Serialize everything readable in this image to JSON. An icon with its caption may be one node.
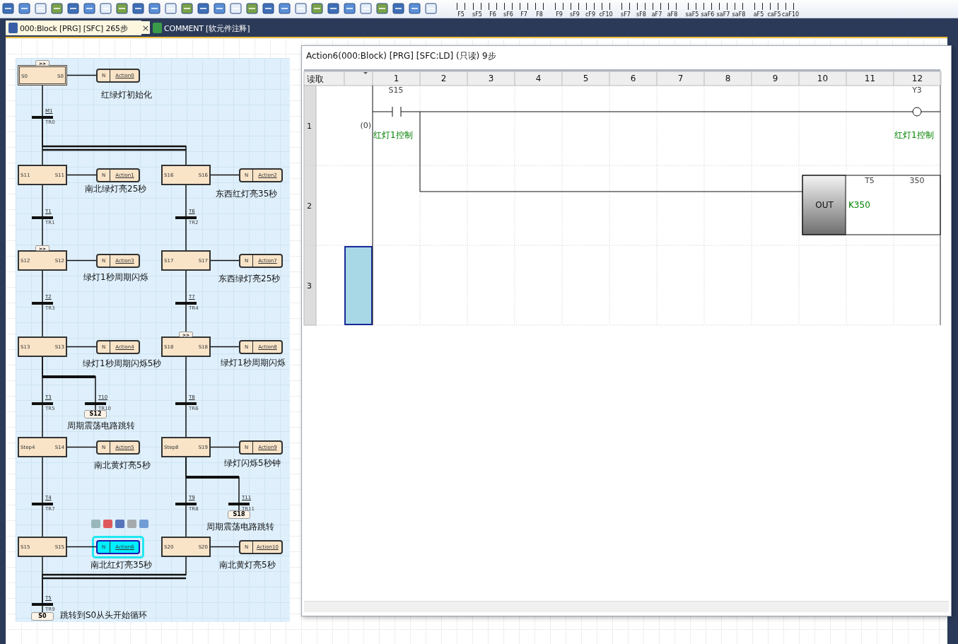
{
  "diagram": {
    "nodes": [
      {
        "text": [
          "S0",
          "S0"
        ],
        "beside": [
          ">>"
        ]
      },
      {
        "text": [
          "N",
          "Action0"
        ],
        "beside": [
          "红绿灯初始化"
        ]
      },
      {
        "text": [],
        "shape": "bar",
        "beside": [
          "M1",
          "TR0"
        ]
      },
      {
        "text": [
          "S11",
          "S11"
        ]
      },
      {
        "text": [
          "N",
          "Action1"
        ],
        "beside": [
          "南北绿灯亮25秒"
        ]
      },
      {
        "text": [
          "S16",
          "S16"
        ]
      },
      {
        "text": [
          "N",
          "Action2"
        ],
        "beside": [
          "东西红灯亮35秒"
        ]
      },
      {
        "text": [],
        "shape": "bar",
        "beside": [
          "T1",
          "TR1"
        ]
      },
      {
        "text": [],
        "shape": "bar",
        "beside": [
          "T6",
          "TR2"
        ]
      },
      {
        "text": [
          "S12",
          "S12"
        ],
        "beside": [
          ">>"
        ]
      },
      {
        "text": [
          "N",
          "Action3"
        ],
        "beside": [
          "绿灯1秒周期闪烁"
        ]
      },
      {
        "text": [
          "S17",
          "S17"
        ]
      },
      {
        "text": [
          "N",
          "Action7"
        ],
        "beside": [
          "东西绿灯亮25秒"
        ]
      },
      {
        "text": [],
        "shape": "bar",
        "beside": [
          "T2",
          "TR3"
        ]
      },
      {
        "text": [],
        "shape": "bar",
        "beside": [
          "T7",
          "TR4"
        ]
      },
      {
        "text": [
          "S13",
          "S13"
        ]
      },
      {
        "text": [
          "N",
          "Action4"
        ],
        "beside": [
          "绿灯1秒周期闪烁5秒"
        ]
      },
      {
        "text": [
          "S18",
          "S18"
        ],
        "beside": [
          ">>"
        ]
      },
      {
        "text": [
          "N",
          "Action8"
        ],
        "beside": [
          "绿灯1秒周期闪烁"
        ]
      },
      {
        "text": [],
        "shape": "bar",
        "beside": [
          "T3",
          "TR5"
        ]
      },
      {
        "text": [],
        "shape": "bar",
        "beside": [
          "T10",
          "TR10"
        ]
      },
      {
        "text": [],
        "shape": "bar",
        "beside": [
          "T8",
          "TR6"
        ]
      },
      {
        "text": [
          "S12"
        ],
        "beside": [
          "周期震荡电路跳转"
        ]
      },
      {
        "text": [
          "Step4",
          "S14"
        ]
      },
      {
        "text": [
          "N",
          "Action5"
        ],
        "beside": [
          "南北黄灯亮5秒"
        ]
      },
      {
        "text": [
          "Step8",
          "S19"
        ]
      },
      {
        "text": [
          "N",
          "Action9"
        ],
        "beside": [
          "绿灯闪烁5秒钟"
        ]
      },
      {
        "text": [],
        "shape": "bar",
        "beside": [
          "T4",
          "TR7"
        ]
      },
      {
        "text": [],
        "shape": "bar",
        "beside": [
          "T9",
          "TR8"
        ]
      },
      {
        "text": [],
        "shape": "bar",
        "beside": [
          "T11",
          "TR11"
        ]
      },
      {
        "text": [
          "S18"
        ],
        "beside": [
          "周期震荡电路跳转"
        ]
      },
      {
        "text": [
          "S15",
          "S15"
        ]
      },
      {
        "text": [
          "N",
          "Action6"
        ],
        "beside": [
          "南北红灯亮35秒"
        ]
      },
      {
        "text": [
          "S20",
          "S20"
        ]
      },
      {
        "text": [
          "N",
          "Action10"
        ],
        "beside": [
          "南北黄灯亮5秒"
        ]
      },
      {
        "text": [],
        "shape": "bar",
        "beside": [
          "T5",
          "TR9"
        ]
      },
      {
        "text": [
          "S0"
        ],
        "beside": [
          "跳转到S0从头开始循环"
        ]
      }
    ],
    "edges": [
      {
        "from": 0,
        "to": 1,
        "arrow": "none"
      },
      {
        "from": 0,
        "to": 2,
        "arrow": "none"
      },
      {
        "from": 2,
        "to": 3,
        "arrow": "none"
      },
      {
        "from": 2,
        "to": 5,
        "arrow": "none"
      },
      {
        "from": 3,
        "to": 4,
        "arrow": "none"
      },
      {
        "from": 5,
        "to": 6,
        "arrow": "none"
      },
      {
        "from": 3,
        "to": 7,
        "arrow": "none"
      },
      {
        "from": 5,
        "to": 8,
        "arrow": "none"
      },
      {
        "from": 7,
        "to": 9,
        "arrow": "none"
      },
      {
        "from": 8,
        "to": 11,
        "arrow": "none"
      },
      {
        "from": 9,
        "to": 10,
        "arrow": "none"
      },
      {
        "from": 11,
        "to": 12,
        "arrow": "none"
      },
      {
        "from": 9,
        "to": 13,
        "arrow": "none"
      },
      {
        "from": 11,
        "to": 14,
        "arrow": "none"
      },
      {
        "from": 13,
        "to": 15,
        "arrow": "none"
      },
      {
        "from": 14,
        "to": 17,
        "arrow": "none"
      },
      {
        "from": 15,
        "to": 16,
        "arrow": "none"
      },
      {
        "from": 17,
        "to": 18,
        "arrow": "none"
      },
      {
        "from": 15,
        "to": 19,
        "arrow": "none"
      },
      {
        "from": 15,
        "to": 20,
        "arrow": "none"
      },
      {
        "from": 17,
        "to": 21,
        "arrow": "none"
      },
      {
        "from": 20,
        "to": 22,
        "arrow": "none"
      },
      {
        "from": 19,
        "to": 23,
        "arrow": "none"
      },
      {
        "from": 21,
        "to": 25,
        "arrow": "none"
      },
      {
        "from": 23,
        "to": 24,
        "arrow": "none"
      },
      {
        "from": 25,
        "to": 26,
        "arrow": "none"
      },
      {
        "from": 23,
        "to": 27,
        "arrow": "none"
      },
      {
        "from": 25,
        "to": 28,
        "arrow": "none"
      },
      {
        "from": 25,
        "to": 29,
        "arrow": "none"
      },
      {
        "from": 29,
        "to": 30,
        "arrow": "none"
      },
      {
        "from": 27,
        "to": 31,
        "arrow": "none"
      },
      {
        "from": 28,
        "to": 33,
        "arrow": "none"
      },
      {
        "from": 31,
        "to": 32,
        "arrow": "none"
      },
      {
        "from": 33,
        "to": 34,
        "arrow": "none"
      },
      {
        "from": 31,
        "to": 35,
        "arrow": "none"
      },
      {
        "from": 33,
        "to": 35,
        "arrow": "none"
      },
      {
        "from": 35,
        "to": 36,
        "arrow": "none"
      }
    ],
    "labels": [
      "F5",
      "sF5",
      "F6",
      "sF6",
      "F7",
      "F8",
      "F9",
      "sF9",
      "cF9",
      "cF10",
      "sF7",
      "sF8",
      "aF7",
      "aF8",
      "saF5",
      "saF6",
      "saF7",
      "saF8",
      "aF5",
      "caF5",
      "caF10",
      "000:Block [PRG] [SFC] 265步",
      "COMMENT [软元件注释]",
      "Action6(000:Block) [PRG] [SFC:LD] (只读) 9步",
      "读取",
      "1",
      "2",
      "3",
      "4",
      "5",
      "6",
      "7",
      "8",
      "9",
      "10",
      "11",
      "12",
      "S15",
      "Y3",
      "1",
      "(0)",
      "红灯1控制",
      "红灯1控制",
      "2",
      "T5",
      "350",
      "OUT",
      "K350",
      "3",
      "×"
    ]
  }
}
